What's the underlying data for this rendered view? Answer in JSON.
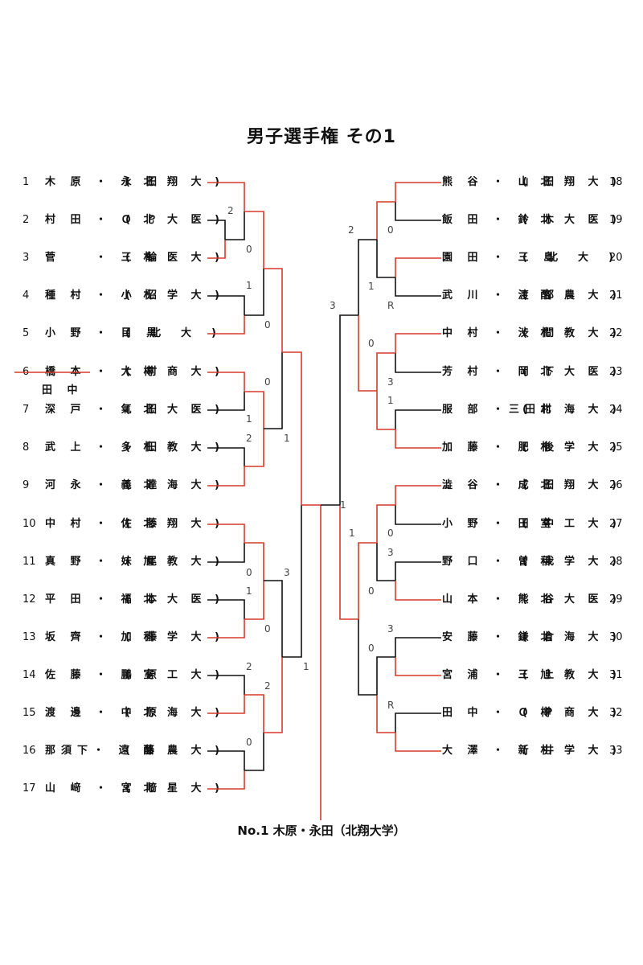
{
  "title": "男子選手権 その1",
  "champion": "No.1 木原・永田（北翔大学）",
  "extra_names": "田 中",
  "colors": {
    "win": "#d93a2b",
    "loss": "#111111"
  },
  "left_entries": [
    {
      "num": "1",
      "pair": "木 原 ・ 永 田",
      "club": "( 北 翔 大 )"
    },
    {
      "num": "2",
      "pair": "村 田 ・ Ｏ Ｐ",
      "club": "( 北 大 医 )"
    },
    {
      "num": "3",
      "pair": "菅 　 ・ 三 輪",
      "club": "( 札 医 大 )"
    },
    {
      "num": "4",
      "pair": "種 村 ・ 小 沼",
      "club": "( 札 学 大 )"
    },
    {
      "num": "5",
      "pair": "小 野 ・ 目 黒",
      "club": "(　北　大　)"
    },
    {
      "num": "6",
      "pair": "橋 本 ・ 大 村",
      "club": "( 樽 商 大 )"
    },
    {
      "num": "7",
      "pair": "深 戸 ・ 氣 田",
      "club": "( 北 大 医 )"
    },
    {
      "num": "8",
      "pair": "武 上 ・ 多 田",
      "club": "( 札 教 大 )"
    },
    {
      "num": "9",
      "pair": "河 永 ・ 義 達",
      "club": "( 北 海 大 )"
    },
    {
      "num": "10",
      "pair": "中 村 ・ 佐 藤",
      "club": "( 北 翔 大 )"
    },
    {
      "num": "11",
      "pair": "真 野 ・ 妹 尾",
      "club": "( 旭 教 大 )"
    },
    {
      "num": "12",
      "pair": "平 田 ・ 福 本",
      "club": "( 北 大 医 )"
    },
    {
      "num": "13",
      "pair": "坂 齊 ・ 加 藤",
      "club": "( 科 学 大 )"
    },
    {
      "num": "14",
      "pair": "佐 藤 ・ 鵬 原",
      "club": "( 室 工 大 )"
    },
    {
      "num": "15",
      "pair": "渡 邊 ・ 中 原",
      "club": "( 北 海 大 )"
    },
    {
      "num": "16",
      "pair": "那須下・ 遠 藤",
      "club": "( 酪 農 大 )"
    },
    {
      "num": "17",
      "pair": "山 﨑 ・ 宮 﨑",
      "club": "( 北 星 大 )"
    }
  ],
  "right_entries": [
    {
      "num": "18",
      "pair": "熊 谷 ・ 山 田",
      "club": "( 北 翔 大 )"
    },
    {
      "num": "19",
      "pair": "飯 田 ・ 鈴 木",
      "club": "( 北 大 医 )"
    },
    {
      "num": "20",
      "pair": "園 田 ・ 三 島",
      "club": "(　北　大　)"
    },
    {
      "num": "21",
      "pair": "武 川 ・ 渡 部",
      "club": "( 酪 農 大 )"
    },
    {
      "num": "22",
      "pair": "中 村 ・ 渋 間",
      "club": "( 札 教 大 )"
    },
    {
      "num": "23",
      "pair": "芳 村 ・ 岡 下",
      "club": "( 北 大 医 )"
    },
    {
      "num": "24",
      "pair": "服 部 ・三田村",
      "club": "( 北 海 大 )"
    },
    {
      "num": "25",
      "pair": "加 藤 ・ 肥 後",
      "club": "( 札 学 大 )"
    },
    {
      "num": "26",
      "pair": "澁 谷 ・ 成 田",
      "club": "( 北 翔 大 )"
    },
    {
      "num": "27",
      "pair": "小 野 ・ 田 中",
      "club": "( 室 工 大 )"
    },
    {
      "num": "28",
      "pair": "野 口 ・ 曽 我",
      "club": "( 科 学 大 )"
    },
    {
      "num": "29",
      "pair": "山 本 ・ 熊 谷",
      "club": "( 北 大 医 )"
    },
    {
      "num": "30",
      "pair": "安 藤 ・ 鎌 倉",
      "club": "( 北 海 大 )"
    },
    {
      "num": "31",
      "pair": "宮 浦 ・ 三 上",
      "club": "( 旭 教 大 )"
    },
    {
      "num": "32",
      "pair": "田 中 ・ Ｏ Ｐ",
      "club": "( 樽 商 大 )"
    },
    {
      "num": "33",
      "pair": "大 澤 ・ 新 井",
      "club": "( 札 学 大 )"
    }
  ],
  "scores": {
    "s1": "2",
    "s2": "0",
    "s3": "1",
    "s4": "0",
    "s5": "0",
    "s6": "1",
    "s7": "2",
    "s8": "1",
    "s9": "0",
    "s10": "3",
    "s11": "1",
    "s12": "0",
    "s13": "2",
    "s14": "2",
    "s15": "0",
    "s16": "1",
    "s17": "2",
    "s18": "0",
    "s19": "1",
    "s20": "R",
    "s21": "3",
    "s22": "0",
    "s23": "3",
    "s24": "1",
    "s25": "1",
    "s26": "0",
    "s27": "3",
    "s28": "0",
    "s29": "3",
    "s30": "0",
    "s31": "R",
    "s32": "1"
  }
}
